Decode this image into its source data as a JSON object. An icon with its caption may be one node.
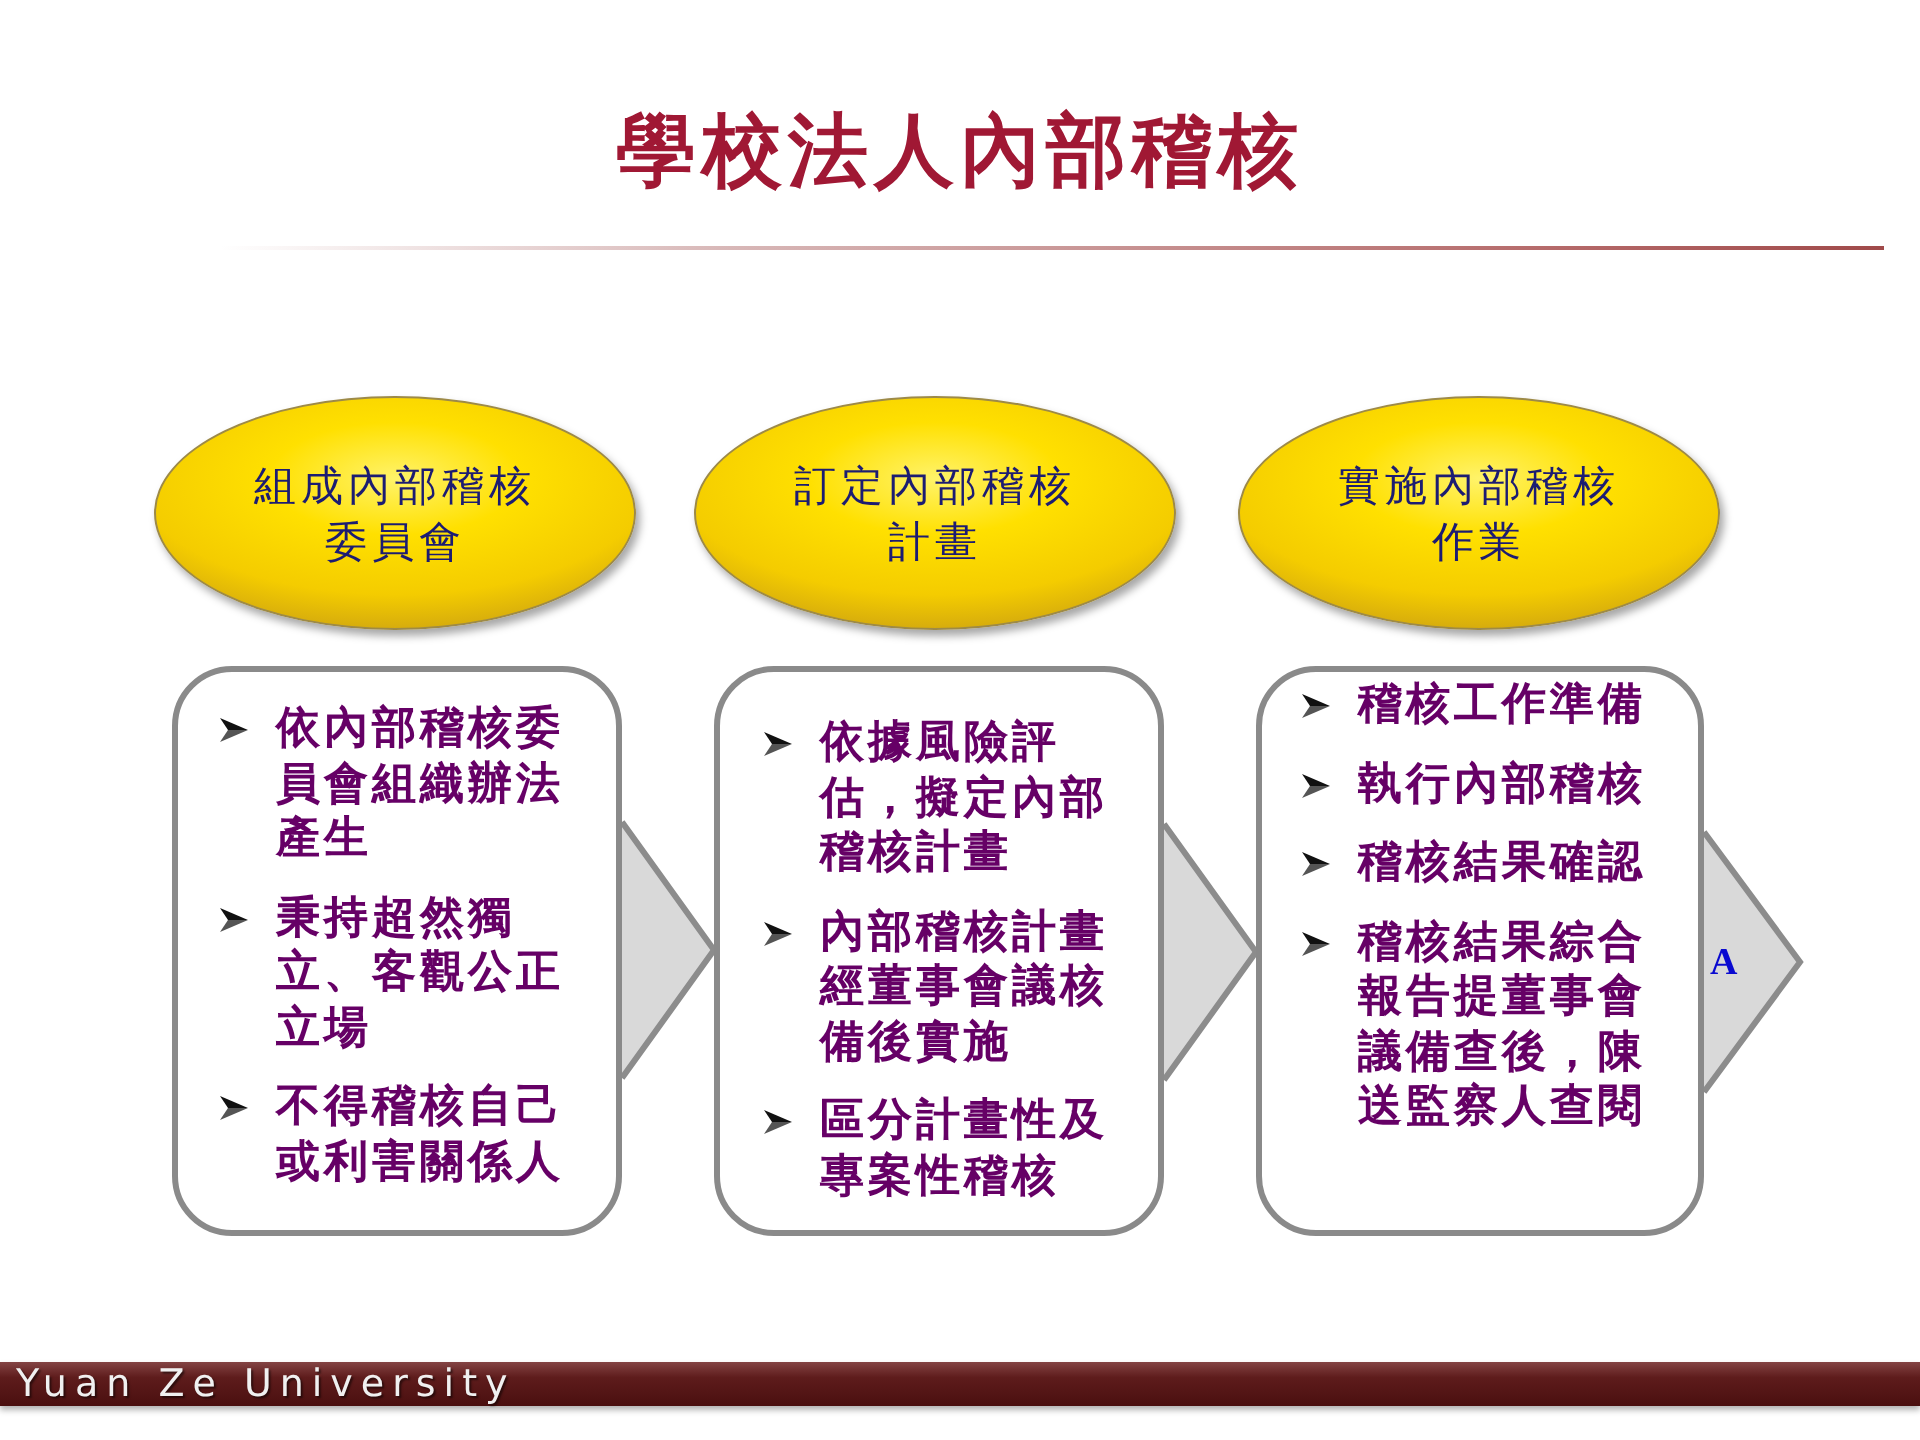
{
  "diagram": {
    "title": "學校法人內部稽核",
    "nodes": [
      {
        "text": [
          "組成內部稽核委員會"
        ]
      },
      {
        "text": [
          "訂定內部稽核計畫"
        ]
      },
      {
        "text": [
          "實施內部稽核作業"
        ]
      },
      {
        "text": [
          "依內部稽核委員會組織辦法產生",
          "秉持超然獨立、客觀公正立場",
          "不得稽核自己或利害關係人"
        ]
      },
      {
        "text": [
          "依據風險評估，擬定內部稽核計畫",
          "內部稽核計畫經董事會議核備後實施",
          "區分計畫性及專案性稽核"
        ]
      },
      {
        "text": [
          "稽核工作準備",
          "執行內部稽核",
          "稽核結果確認",
          "稽核結果綜合報告提董事會議備查後，陳送監察人查閱"
        ]
      }
    ],
    "edges": [
      {
        "from": 3,
        "to": 4,
        "arrow": "to"
      },
      {
        "from": 4,
        "to": 5,
        "arrow": "to"
      },
      {
        "from": 5,
        "to": null,
        "arrow": "to",
        "label": "A"
      }
    ],
    "labels": [
      "Yuan Ze University"
    ]
  }
}
